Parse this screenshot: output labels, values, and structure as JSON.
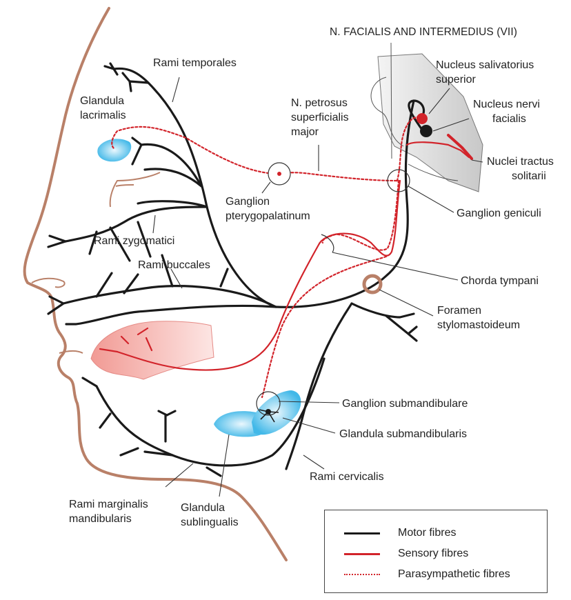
{
  "colors": {
    "motor": "#1a1a1a",
    "sensory": "#d2232a",
    "parasympathetic": "#d2232a",
    "skin_outline": "#b98068",
    "gland_fill": "#41b8e8",
    "tongue_fill": "#f4a6a0",
    "brainstem_fill": "#d9d9d9"
  },
  "labels": {
    "title": "N. FACIALIS AND INTERMEDIUS (VII)",
    "nucleus_salivatorius_1": "Nucleus salivatorius",
    "nucleus_salivatorius_2": "superior",
    "nucleus_nervi_1": "Nucleus nervi",
    "nucleus_nervi_2": "facialis",
    "nuclei_tractus_1": "Nuclei tractus",
    "nuclei_tractus_2": "solitarii",
    "ganglion_geniculi": "Ganglion geniculi",
    "chorda_tympani": "Chorda tympani",
    "foramen_1": "Foramen",
    "foramen_2": "stylomastoideum",
    "ganglion_submandibulare": "Ganglion submandibulare",
    "glandula_submandibularis": "Glandula submandibularis",
    "rami_cervicalis": "Rami cervicalis",
    "glandula_sublingualis_1": "Glandula",
    "glandula_sublingualis_2": "sublingualis",
    "rami_marginalis_1": "Rami marginalis",
    "rami_marginalis_2": "mandibularis",
    "rami_buccales": "Rami buccales",
    "rami_zygomatici": "Rami zygomatici",
    "ganglion_ptery_1": "Ganglion",
    "ganglion_ptery_2": "pterygopalatinum",
    "n_petrosus_1": "N. petrosus",
    "n_petrosus_2": "superficialis",
    "n_petrosus_3": "major",
    "rami_temporales": "Rami temporales",
    "glandula_lacrimalis_1": "Glandula",
    "glandula_lacrimalis_2": "lacrimalis"
  },
  "legend": {
    "items": [
      {
        "label": "Motor fibres",
        "style": "solid",
        "color": "#1a1a1a"
      },
      {
        "label": "Sensory fibres",
        "style": "solid",
        "color": "#d2232a"
      },
      {
        "label": "Parasympathetic fibres",
        "style": "dotted",
        "color": "#d2232a"
      }
    ]
  }
}
